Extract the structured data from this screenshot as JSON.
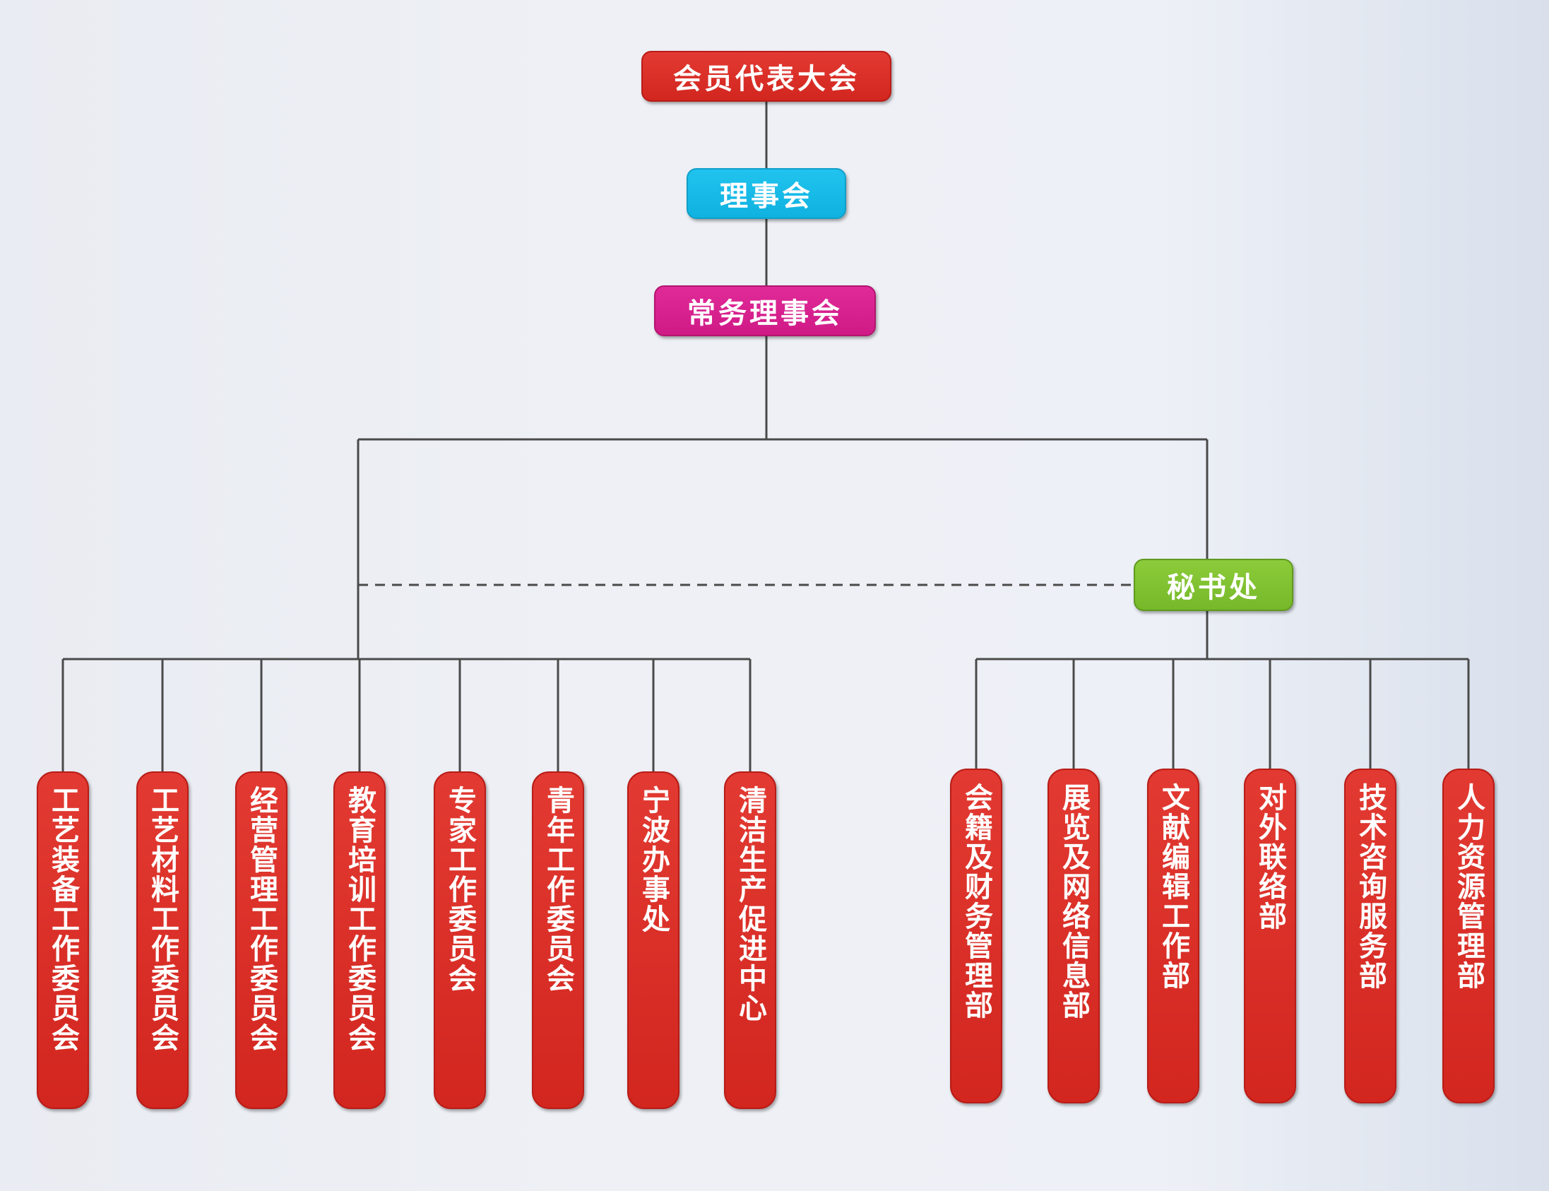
{
  "top": {
    "general_assembly": "会员代表大会",
    "council": "理事会",
    "standing_council": "常务理事会",
    "secretariat": "秘书处"
  },
  "committees": [
    "工艺装备工作委员会",
    "工艺材料工作委员会",
    "经营管理工作委员会",
    "教育培训工作委员会",
    "专家工作委员会",
    "青年工作委员会",
    "宁波办事处",
    "清洁生产促进中心"
  ],
  "departments": [
    "会籍及财务管理部",
    "展览及网络信息部",
    "文献编辑工作部",
    "对外联络部",
    "技术咨询服务部",
    "人力资源管理部"
  ],
  "colors": {
    "red": "#d92b24",
    "cyan": "#18bbe8",
    "magenta": "#d8208f",
    "green": "#80c232",
    "line": "#4a4a4a"
  }
}
